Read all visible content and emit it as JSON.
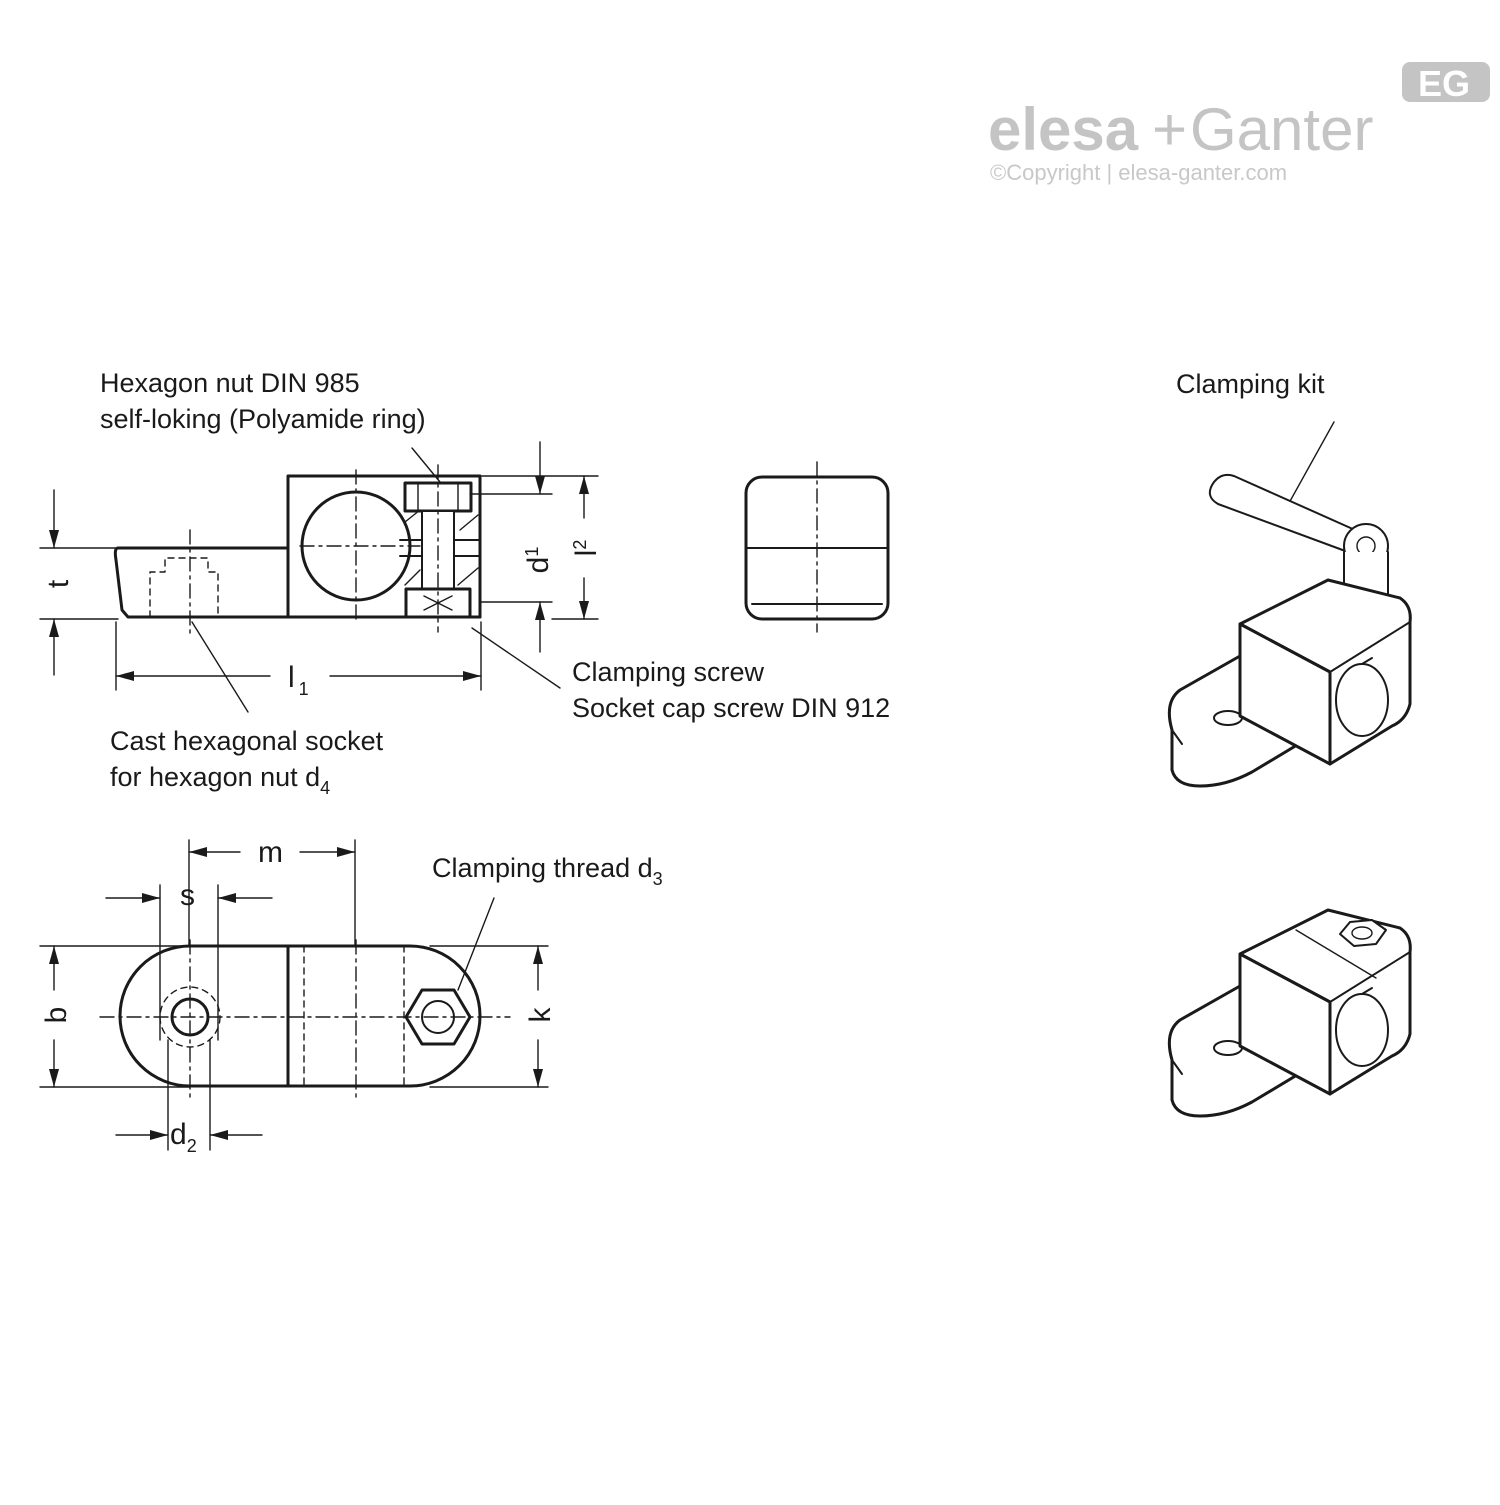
{
  "logo": {
    "badge": "EG",
    "brand_left": "elesa",
    "brand_plus": "+",
    "brand_right": "Ganter",
    "copyright": "©Copyright | elesa-ganter.com"
  },
  "callouts": {
    "hex_nut_line1": "Hexagon nut DIN 985",
    "hex_nut_line2": "self-loking (Polyamide ring)",
    "clamp_screw_line1": "Clamping screw",
    "clamp_screw_line2": "Socket cap screw DIN 912",
    "cast_socket_line1": "Cast hexagonal socket",
    "cast_socket_line2": "for hexagon nut d",
    "cast_socket_sub": "4",
    "clamping_thread": "Clamping thread d",
    "clamping_thread_sub": "3",
    "clamping_kit": "Clamping kit"
  },
  "dimensions": {
    "t": "t",
    "l": "l",
    "l1_sub": "1",
    "l2_sub": "2",
    "d": "d",
    "d1_sub": "1",
    "d2_sub": "2",
    "m": "m",
    "s": "s",
    "b": "b",
    "k": "k"
  }
}
